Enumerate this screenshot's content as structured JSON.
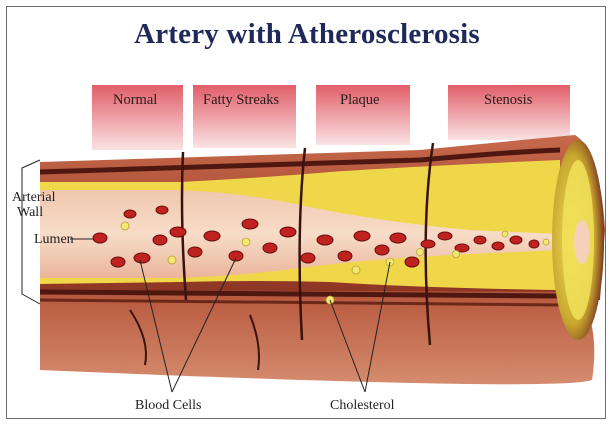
{
  "title": "Artery with Atherosclerosis",
  "stages": [
    "Normal",
    "Fatty Streaks",
    "Plaque",
    "Stenosis"
  ],
  "labels": {
    "arterial_wall_line1": "Arterial",
    "arterial_wall_line2": "Wall",
    "lumen": "Lumen",
    "blood_cells": "Blood Cells",
    "cholesterol": "Cholesterol"
  },
  "colors": {
    "title": "#202a5a",
    "tab_top": "#e56b74",
    "tab_bottom": "#f8dfe0",
    "outer_wall": "#b5533a",
    "wall_dark": "#5a1c12",
    "lumen_pink": "#f1c7b3",
    "plaque_yellow": "#f2dc4b",
    "blood_cell": "#c0231f",
    "cholesterol": "#f3e871"
  }
}
